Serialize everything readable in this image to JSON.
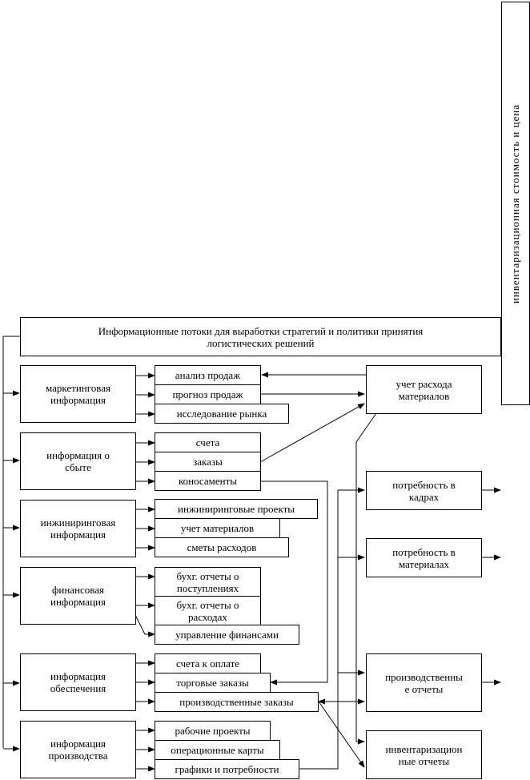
{
  "side_title": "инвентаризационная стоимость и цена",
  "main_title": [
    "Информационные потоки для выработки стратегий и политики принятия",
    "логистических решений"
  ],
  "groups": [
    {
      "label": [
        "маркетинговая",
        "информация"
      ],
      "items": [
        "анализ продаж",
        "прогноз продаж",
        "исследование рынка"
      ]
    },
    {
      "label": [
        "информация о",
        "сбыте"
      ],
      "items": [
        "счета",
        "заказы",
        "коносаменты"
      ]
    },
    {
      "label": [
        "инжиниринговая",
        "информация"
      ],
      "items": [
        "инжиниринговые проекты",
        "учет материалов",
        "сметы расходов"
      ]
    },
    {
      "label": [
        "финансовая",
        "информация"
      ],
      "items": [
        "бухг. отчеты о поступлениях",
        "бухг. отчеты о расходах",
        "управление финансами"
      ]
    },
    {
      "label": [
        "информация",
        "обеспечения"
      ],
      "items": [
        "счета к оплате",
        "торговые заказы",
        "производственные заказы"
      ]
    },
    {
      "label": [
        "информация",
        "производства"
      ],
      "items": [
        "рабочие проекты",
        "операционные карты",
        "графики и потребности"
      ]
    }
  ],
  "right_boxes": {
    "material_usage": [
      "учет расхода",
      "материалов"
    ],
    "staff_needs": [
      "потребность в",
      "кадрах"
    ],
    "material_needs": [
      "потребность в",
      "материалах"
    ],
    "production_reports": [
      "производственны",
      "е отчеты"
    ],
    "inventory_reports": [
      "инвентаризацион",
      "ные отчеты"
    ]
  }
}
